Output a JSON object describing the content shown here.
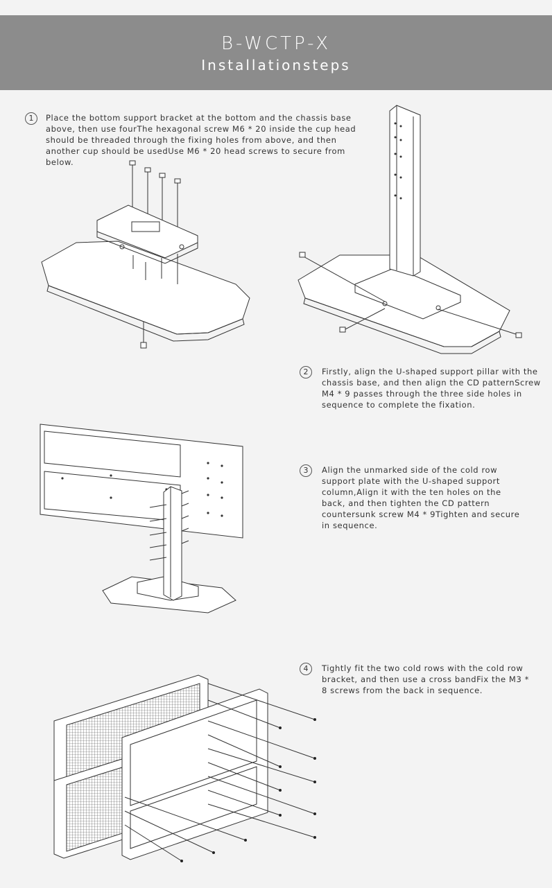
{
  "header": {
    "title": "B-WCTP-X",
    "subtitle": "Installationsteps"
  },
  "steps": [
    {
      "num": "1",
      "text": "Place the bottom support bracket at the bottom and the chassis base above, then use fourThe hexagonal screw M6 * 20 inside the cup head should be threaded through the fixing holes from above, and then another cup should be usedUse M6 * 20 head screws to secure from below."
    },
    {
      "num": "2",
      "text": "Firstly, align the U-shaped support pillar with the chassis base, and then align the CD patternScrew M4 * 9 passes through the three side holes in sequence to complete the fixation."
    },
    {
      "num": "3",
      "text": "Align the unmarked side of the cold row support plate with the U-shaped support column,Align it with the ten holes on the back, and then tighten the CD pattern countersunk screw M4 * 9Tighten and secure in sequence."
    },
    {
      "num": "4",
      "text": "Tightly fit the two cold rows with the cold row bracket, and then use a cross bandFix the M3 * 8 screws from the back in sequence."
    }
  ]
}
